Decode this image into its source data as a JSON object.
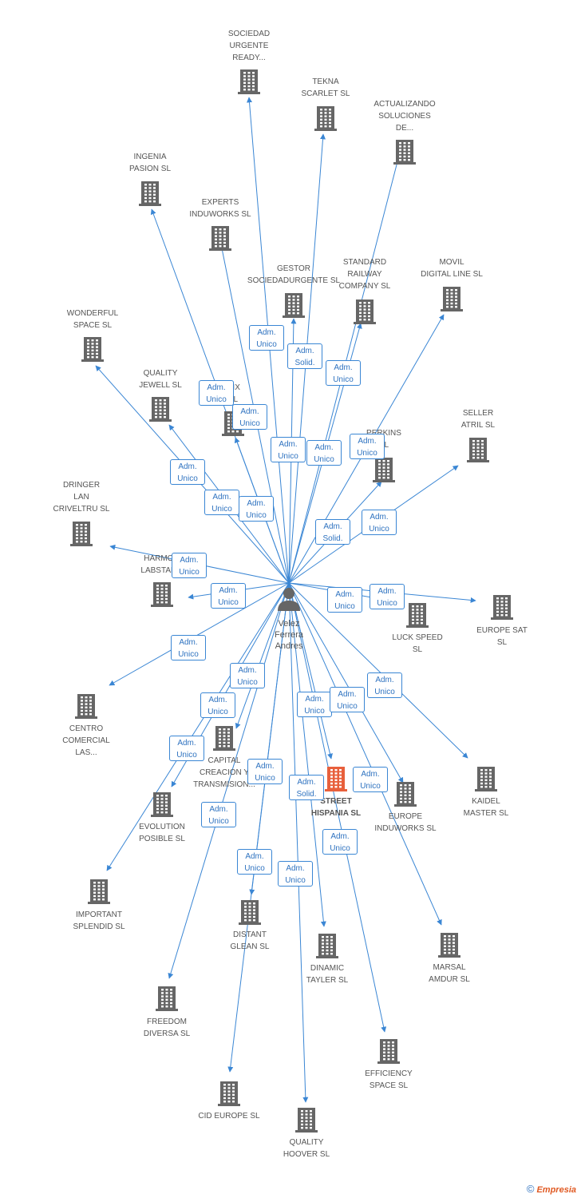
{
  "person": {
    "name": "Velez\nFerrera\nAndres"
  },
  "colors": {
    "line": "#3a86d4",
    "building": "#666666",
    "focus": "#e8603c"
  },
  "companies": [
    {
      "label": "SOCIEDAD\nURGENTE\nREADY..."
    },
    {
      "label": "TEKNA\nSCARLET SL"
    },
    {
      "label": "ACTUALIZANDO\nSOLUCIONES\nDE..."
    },
    {
      "label": "INGENIA\nPASION SL"
    },
    {
      "label": "EXPERTS\nINDUWORKS SL"
    },
    {
      "label": "GESTOR\nSOCIEDADURGENTE SL"
    },
    {
      "label": "STANDARD\nRAILWAY\nCOMPANY SL"
    },
    {
      "label": "MOVIL\nDIGITAL LINE SL"
    },
    {
      "label": "WONDERFUL\nSPACE SL"
    },
    {
      "label": "QUALITY\nJEWELL SL"
    },
    {
      "label": "...IX\nSL"
    },
    {
      "label": "PERKINS\nSL"
    },
    {
      "label": "SELLER\nATRIL SL"
    },
    {
      "label": "DRINGER\nLAN\nCRIVELTRU SL"
    },
    {
      "label": "HARMO...\nLABSTAR..."
    },
    {
      "label": "LUCK SPEED\nSL"
    },
    {
      "label": "EUROPE SAT\nSL"
    },
    {
      "label": "CENTRO\nCOMERCIAL\nLAS..."
    },
    {
      "label": "CAPITAL\nCREACION Y\nTRANSMISION..."
    },
    {
      "label": "STREET\nHISPANIA SL",
      "focus": true
    },
    {
      "label": "EUROPE\nINDUWORKS SL"
    },
    {
      "label": "KAIDEL\nMASTER SL"
    },
    {
      "label": "EVOLUTION\nPOSIBLE SL"
    },
    {
      "label": "IMPORTANT\nSPLENDID SL"
    },
    {
      "label": "DISTANT\nGLEAN SL"
    },
    {
      "label": "DINAMIC\nTAYLER SL"
    },
    {
      "label": "MARSAL\nAMDUR SL"
    },
    {
      "label": "FREEDOM\nDIVERSA SL"
    },
    {
      "label": "EFFICIENCY\nSPACE SL"
    },
    {
      "label": "CID EUROPE SL"
    },
    {
      "label": "QUALITY\nHOOVER SL"
    }
  ],
  "roles": [
    "Adm.\nUnico",
    "Adm.\nSolid.",
    "Adm.\nUnico",
    "Adm.\nUnico",
    "Adm.\nUnico",
    "Adm.\nUnico",
    "Adm.\nUnico",
    "Adm.\nUnico",
    "Adm.\nUnico",
    "Adm.\nUnico",
    "Adm.\nUnico",
    "Adm.\nSolid.",
    "Adm.\nUnico",
    "Adm.\nUnico",
    "Adm.\nUnico",
    "Adm.\nUnico",
    "Adm.\nUnico",
    "Adm.\nUnico",
    "Adm.\nUnico",
    "Adm.\nUnico",
    "Adm.\nUnico",
    "Adm.\nUnico",
    "Adm.\nUnico",
    "Adm.\nUnico",
    "Adm.\nUnico",
    "Adm.\nSolid.",
    "Adm.\nUnico",
    "Adm.\nUnico",
    "Adm.\nUnico",
    "Adm.\nUnico",
    "Adm.\nUnico"
  ],
  "watermark": {
    "copyright": "©",
    "brand": "Empresia"
  }
}
